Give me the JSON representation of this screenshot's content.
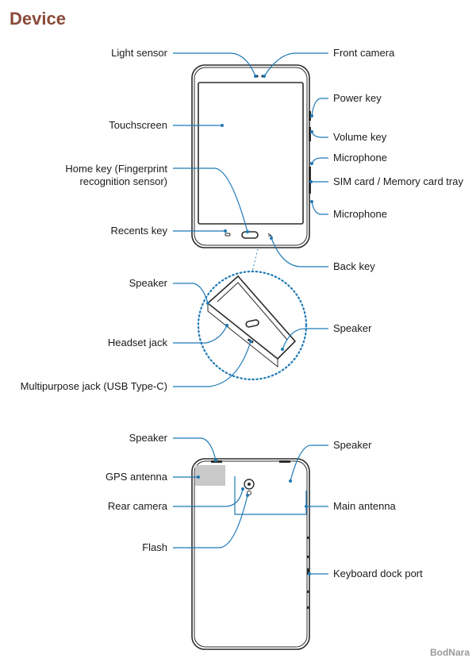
{
  "title": "Device",
  "colors": {
    "title": "#8a4a3a",
    "leader": "#1f79b5",
    "outline": "#2b2b2b",
    "gps": "#c9c9c9"
  },
  "front": {
    "light_sensor": "Light sensor",
    "front_camera": "Front camera",
    "power_key": "Power key",
    "touchscreen": "Touchscreen",
    "volume_key": "Volume key",
    "microphone_top": "Microphone",
    "home_key_line1": "Home key (Fingerprint",
    "home_key_line2": "recognition sensor)",
    "sim_tray": "SIM card / Memory card tray",
    "microphone_bottom": "Microphone",
    "recents_key": "Recents key",
    "back_key": "Back key",
    "speaker_left": "Speaker",
    "speaker_right": "Speaker",
    "headset_jack": "Headset jack",
    "multipurpose_jack": "Multipurpose jack (USB Type-C)"
  },
  "rear": {
    "speaker_left": "Speaker",
    "speaker_right": "Speaker",
    "gps_antenna": "GPS antenna",
    "rear_camera": "Rear camera",
    "main_antenna": "Main antenna",
    "flash": "Flash",
    "keyboard_dock_port": "Keyboard dock port"
  },
  "watermark": "BodNara"
}
